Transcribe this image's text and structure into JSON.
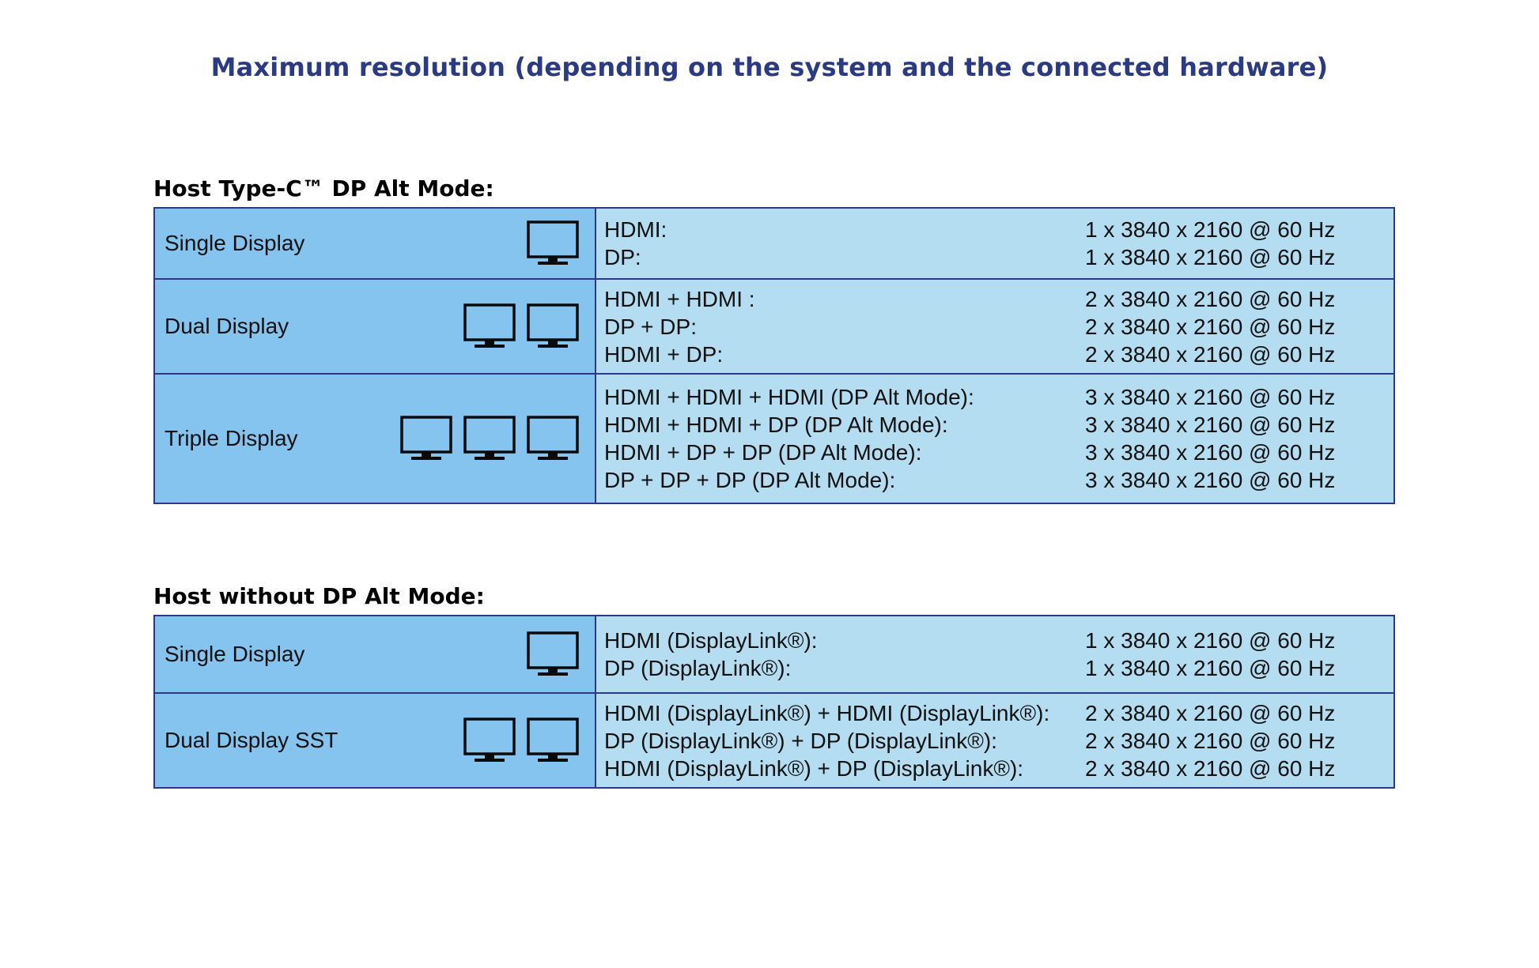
{
  "title": "Maximum resolution (depending on the system and the connected hardware)",
  "sections": [
    {
      "heading": "Host Type-C™ DP Alt Mode:",
      "rows": [
        {
          "label": "Single Display",
          "icon": "monitor-icon",
          "monitors": 1,
          "entries": [
            {
              "port": "HDMI:",
              "res": "1 x 3840 x 2160 @ 60 Hz"
            },
            {
              "port": "DP:",
              "res": "1 x 3840 x 2160 @ 60 Hz"
            }
          ]
        },
        {
          "label": "Dual Display",
          "icon": "monitor-icon",
          "monitors": 2,
          "entries": [
            {
              "port": "HDMI + HDMI :",
              "res": "2 x 3840 x 2160 @ 60 Hz"
            },
            {
              "port": "DP + DP:",
              "res": "2 x 3840 x 2160 @ 60 Hz"
            },
            {
              "port": "HDMI + DP:",
              "res": "2 x 3840 x 2160 @ 60 Hz"
            }
          ]
        },
        {
          "label": "Triple Display",
          "icon": "monitor-icon",
          "monitors": 3,
          "entries": [
            {
              "port": "HDMI + HDMI + HDMI (DP Alt Mode):",
              "res": "3 x 3840 x 2160 @ 60 Hz"
            },
            {
              "port": "HDMI + HDMI + DP (DP Alt Mode):",
              "res": "3 x 3840 x 2160 @ 60 Hz"
            },
            {
              "port": "HDMI + DP + DP (DP Alt Mode):",
              "res": "3 x 3840 x 2160 @ 60 Hz"
            },
            {
              "port": "DP + DP + DP (DP Alt Mode):",
              "res": "3 x 3840 x 2160 @ 60 Hz"
            }
          ]
        }
      ]
    },
    {
      "heading": "Host without DP Alt Mode:",
      "rows": [
        {
          "label": "Single Display",
          "icon": "monitor-icon",
          "monitors": 1,
          "entries": [
            {
              "port": "HDMI (DisplayLink®):",
              "res": "1 x 3840 x 2160 @ 60 Hz"
            },
            {
              "port": "DP (DisplayLink®):",
              "res": "1 x 3840 x 2160 @ 60 Hz"
            }
          ]
        },
        {
          "label": "Dual Display SST",
          "icon": "monitor-icon",
          "monitors": 2,
          "entries": [
            {
              "port": "HDMI (DisplayLink®) + HDMI (DisplayLink®):",
              "res": "2 x 3840 x 2160 @ 60 Hz"
            },
            {
              "port": "DP (DisplayLink®) + DP (DisplayLink®):",
              "res": "2 x 3840 x 2160 @ 60 Hz"
            },
            {
              "port": "HDMI (DisplayLink®) + DP (DisplayLink®):",
              "res": "2 x 3840 x 2160 @ 60 Hz"
            }
          ]
        }
      ]
    }
  ],
  "colors": {
    "title": "#2b3a84",
    "border": "#2b3a84",
    "label_cell": "#85c4ee",
    "values_cell": "#b5ddf1"
  }
}
